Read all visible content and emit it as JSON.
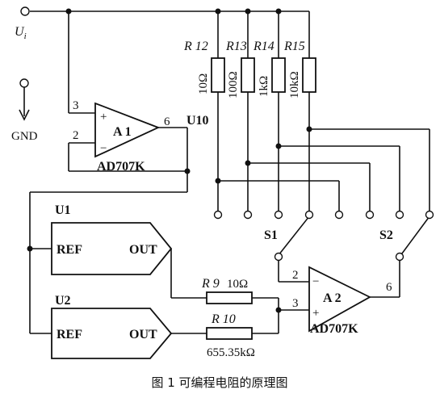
{
  "input": {
    "label": "U",
    "sub": "i"
  },
  "ground": {
    "label": "GND"
  },
  "opamp_a1": {
    "label": "A 1",
    "part": "AD707K",
    "pin_plus": "3",
    "pin_minus": "2",
    "pin_out": "6",
    "plus": "+",
    "minus": "−"
  },
  "opamp_a2": {
    "label": "A 2",
    "part": "AD707K",
    "pin_minus": "2",
    "pin_plus": "3",
    "pin_out": "6",
    "plus": "+",
    "minus": "−"
  },
  "resistors": [
    {
      "name": "R 12",
      "value": "10Ω"
    },
    {
      "name": "R13",
      "value": "100Ω"
    },
    {
      "name": "R14",
      "value": "1kΩ"
    },
    {
      "name": "R15",
      "value": "10kΩ"
    }
  ],
  "r9": {
    "name": "R 9",
    "value": "10Ω"
  },
  "r10": {
    "name": "R 10",
    "value": "655.35kΩ"
  },
  "switch_block": {
    "label": "U10"
  },
  "switch_labels": {
    "s1": "S1",
    "s2": "S2"
  },
  "dac1": {
    "label": "U1",
    "ref": "REF",
    "out": "OUT"
  },
  "dac2": {
    "label": "U2",
    "ref": "REF",
    "out": "OUT"
  },
  "caption": "图 1 可编程电阻的原理图"
}
